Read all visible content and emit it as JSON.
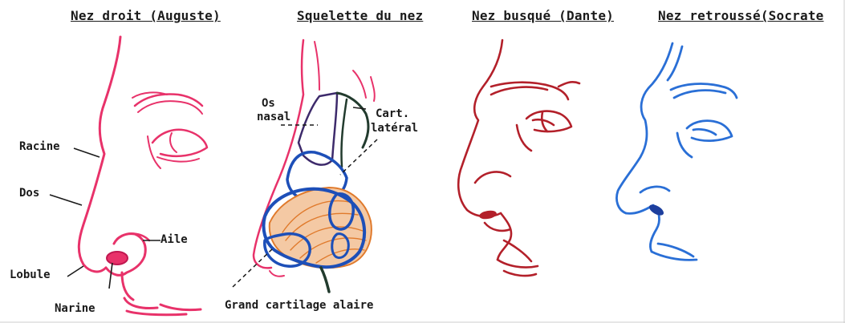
{
  "figures": [
    {
      "id": "auguste",
      "title": "Nez droit (Auguste)",
      "color": "#e8326a"
    },
    {
      "id": "squelette",
      "title": "Squelette du nez",
      "color": "#e8326a"
    },
    {
      "id": "dante",
      "title": "Nez busqué (Dante)",
      "color": "#b3202a"
    },
    {
      "id": "socrate",
      "title": "Nez retroussé(Socrate",
      "color": "#2a6fd6"
    }
  ],
  "labels": {
    "racine": "Racine",
    "dos": "Dos",
    "aile": "Aile",
    "lobule": "Lobule",
    "narine": "Narine",
    "os_nasal_1": "Os",
    "os_nasal_2": "nasal",
    "cart_lateral_1": "Cart.",
    "cart_lateral_2": "latéral",
    "grand_cartilage": "Grand cartilage alaire"
  },
  "colors": {
    "skeleton_blue": "#1d4fb8",
    "skeleton_dark": "#223b2e",
    "cartilage_orange": "#e07a2c",
    "label_ink": "#1a1a1a"
  }
}
